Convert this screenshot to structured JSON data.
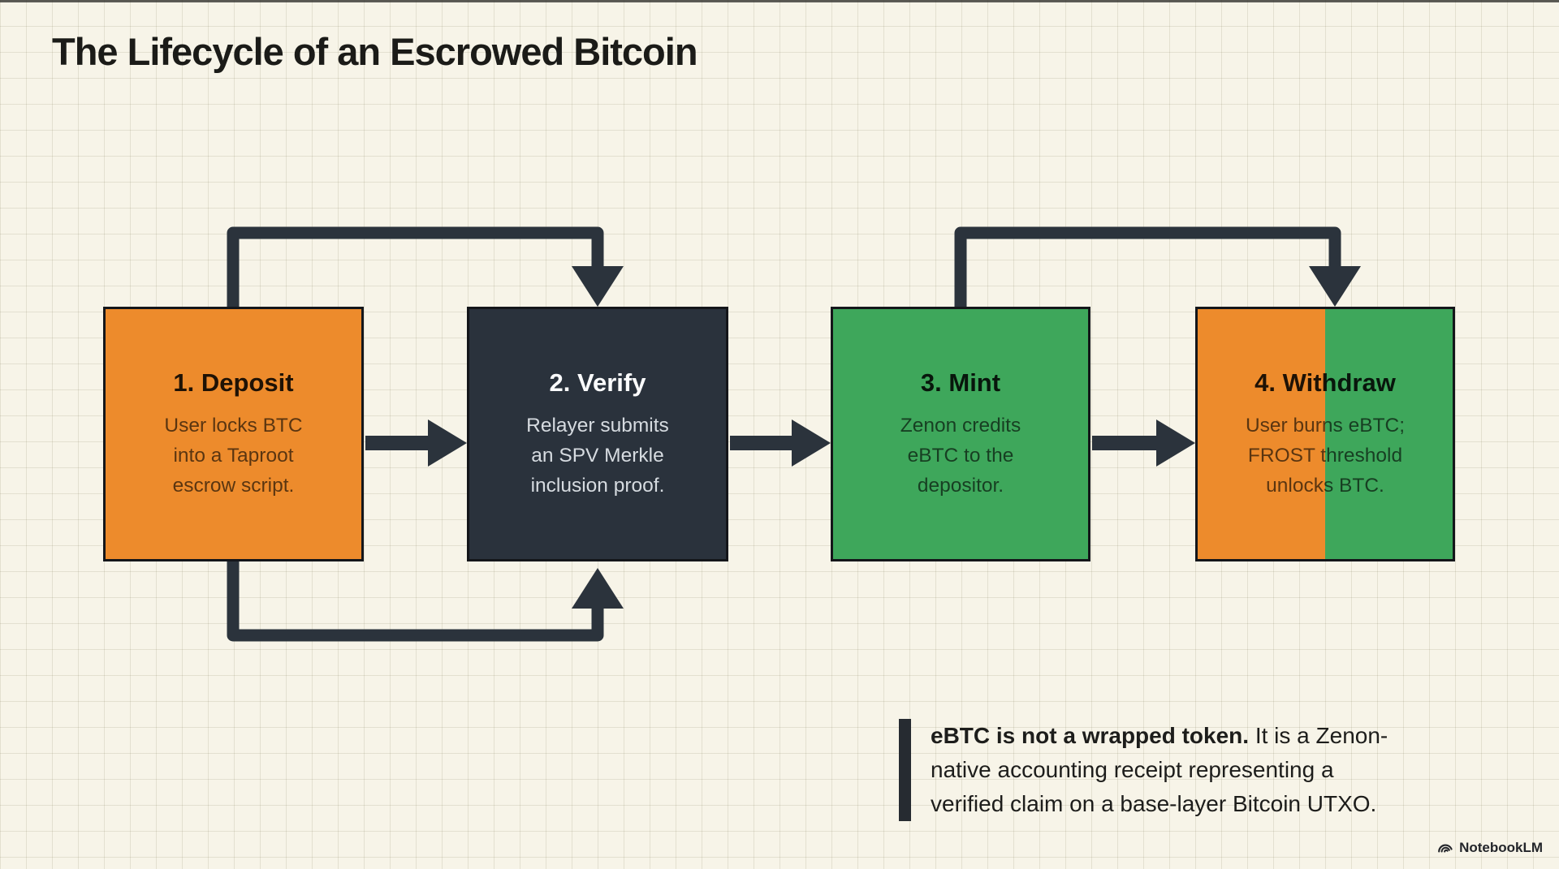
{
  "title": "The Lifecycle of an Escrowed Bitcoin",
  "colors": {
    "background": "#F7F4E8",
    "grid_line": "#E2DFD0",
    "orange": "#ED8B2C",
    "dark": "#2A323C",
    "green": "#3EA75B",
    "arrow": "#2B333C",
    "note_bar": "#262B31"
  },
  "steps": [
    {
      "id": "deposit",
      "title": "1. Deposit",
      "lines": [
        "User locks BTC",
        "into a Taproot",
        "escrow script."
      ],
      "bg": "orange"
    },
    {
      "id": "verify",
      "title": "2. Verify",
      "lines": [
        "Relayer submits",
        "an SPV Merkle",
        "inclusion proof."
      ],
      "bg": "dark"
    },
    {
      "id": "mint",
      "title": "3. Mint",
      "lines": [
        "Zenon credits",
        "eBTC to the",
        "depositor."
      ],
      "bg": "green"
    },
    {
      "id": "withdraw",
      "title": "4. Withdraw",
      "lines": [
        "User burns eBTC;",
        "FROST threshold",
        "unlocks BTC."
      ],
      "bg": "orange-green-split"
    }
  ],
  "note": {
    "line1_bold": "eBTC is not a wrapped token.",
    "line1_rest": " It is a Zenon-",
    "line2": "native accounting receipt representing a",
    "line3": "verified claim on a base-layer Bitcoin UTXO."
  },
  "watermark": {
    "label": "NotebookLM"
  }
}
